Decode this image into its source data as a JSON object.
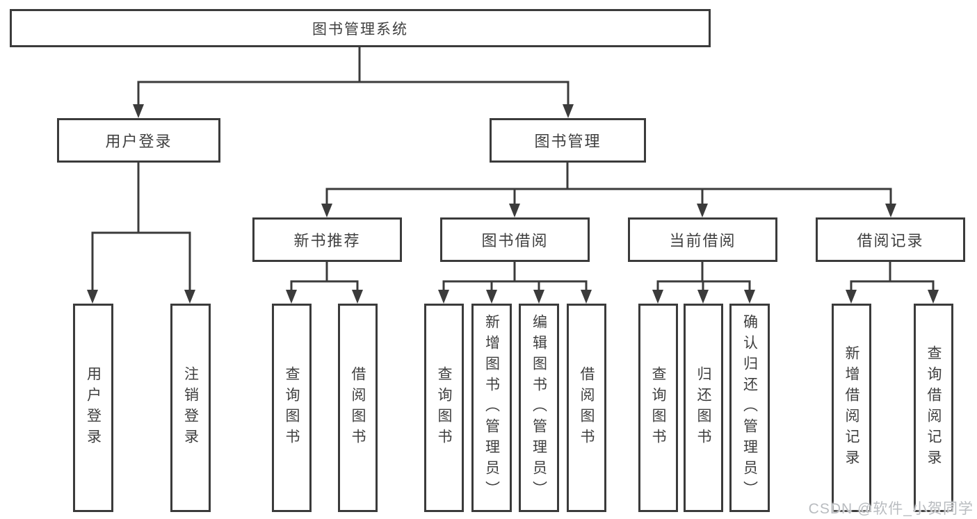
{
  "tree": {
    "root": {
      "label": "图书管理系统",
      "children": [
        {
          "label": "用户登录",
          "children": [
            {
              "label": "用户登录"
            },
            {
              "label": "注销登录"
            }
          ]
        },
        {
          "label": "图书管理",
          "children": [
            {
              "label": "新书推荐",
              "children": [
                {
                  "label": "查询图书"
                },
                {
                  "label": "借阅图书"
                }
              ]
            },
            {
              "label": "图书借阅",
              "children": [
                {
                  "label": "查询图书"
                },
                {
                  "label": "新增图书（管理员）"
                },
                {
                  "label": "编辑图书（管理员）"
                },
                {
                  "label": "借阅图书"
                }
              ]
            },
            {
              "label": "当前借阅",
              "children": [
                {
                  "label": "查询图书"
                },
                {
                  "label": "归还图书"
                },
                {
                  "label": "确认归还（管理员）"
                }
              ]
            },
            {
              "label": "借阅记录",
              "children": [
                {
                  "label": "新增借阅记录"
                },
                {
                  "label": "查询借阅记录"
                }
              ]
            }
          ]
        }
      ]
    }
  },
  "watermark": {
    "text": "CSDN @软件_小贺同学"
  },
  "style": {
    "line_color": "#3b3b3b",
    "text_color": "#3f3f3f",
    "watermark_color": "#b9bcc0",
    "background": "#ffffff"
  }
}
